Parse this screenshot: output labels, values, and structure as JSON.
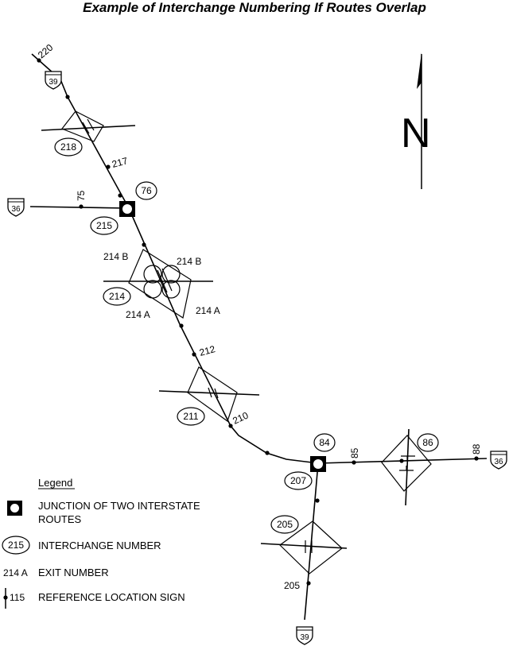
{
  "title": "Example of Interchange Numbering If Routes Overlap",
  "north_label": "N",
  "routes": {
    "i39_north": "39",
    "i39_south": "39",
    "i36_west": "36",
    "i36_east": "36"
  },
  "reference_markers": {
    "m220": "220",
    "m217": "217",
    "m75": "75",
    "m212": "212",
    "m210": "210",
    "m85": "85",
    "m88": "88",
    "m205": "205"
  },
  "interchange_numbers": {
    "ic218": "218",
    "ic76": "76",
    "ic215": "215",
    "ic214": "214",
    "ic211": "211",
    "ic84": "84",
    "ic207": "207",
    "ic86": "86",
    "ic205": "205"
  },
  "exit_numbers": {
    "e214b_left": "214 B",
    "e214b_right": "214 B",
    "e214a_left": "214 A",
    "e214a_right": "214 A"
  },
  "legend": {
    "heading": "Legend",
    "junction_line1": "JUNCTION OF TWO INTERSTATE",
    "junction_line2": "ROUTES",
    "interchange_sample": "215",
    "interchange_label": "INTERCHANGE NUMBER",
    "exit_sample": "214 A",
    "exit_label": "EXIT NUMBER",
    "ref_sample": "115",
    "ref_label": "REFERENCE LOCATION SIGN"
  }
}
